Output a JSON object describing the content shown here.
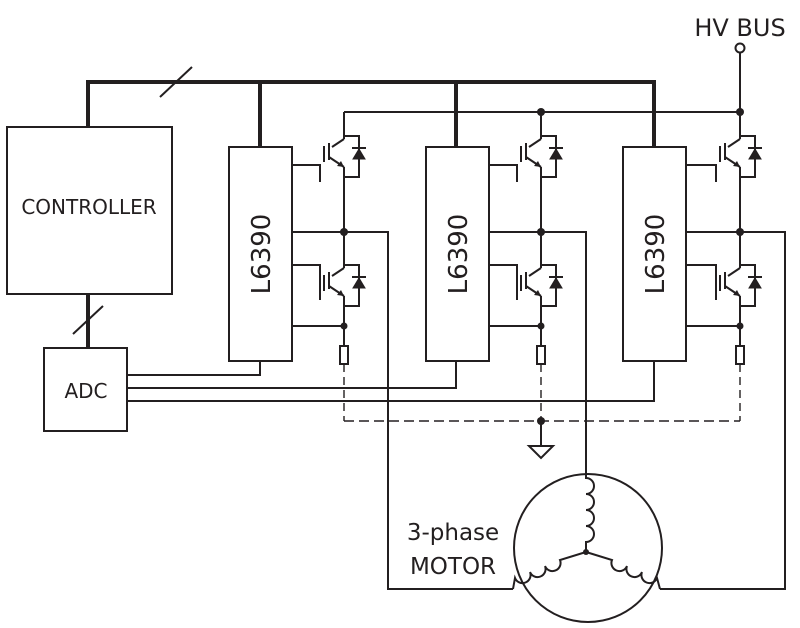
{
  "labels": {
    "hv_bus": "HV BUS",
    "controller": "CONTROLLER",
    "adc": "ADC",
    "driver_ic": "L6390",
    "motor_line1": "3-phase",
    "motor_line2": "MOTOR"
  },
  "colors": {
    "ink": "#231f20",
    "background": "#ffffff"
  }
}
